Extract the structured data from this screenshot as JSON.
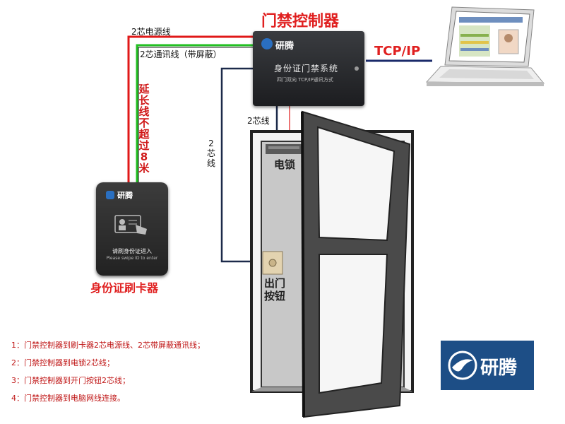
{
  "title": "门禁控制器",
  "wires": {
    "power": "2芯电源线",
    "comm": "2芯通讯线（带屏蔽）",
    "extension": "延长线不超过8米",
    "lock_wire": "2芯线",
    "button_wire": "2芯线",
    "network": "TCP/IP"
  },
  "controller": {
    "brand": "研腾",
    "main_text": "身份证门禁系统",
    "sub_text": "四门双向  TCP/IP通讯方式"
  },
  "reader": {
    "brand": "研腾",
    "line1": "请刷身份证进入",
    "line2": "Please swipe ID to enter",
    "caption": "身份证刷卡器"
  },
  "door": {
    "lock_label": "电锁",
    "button_label": "出门按钮"
  },
  "notes": [
    "1：门禁控制器到刷卡器2芯电源线、2芯带屏蔽通讯线；",
    "2：门禁控制器到电锁2芯线；",
    "3：门禁控制器到开门按钮2芯线；",
    "4：门禁控制器到电脑网线连接。"
  ],
  "logo": {
    "text": "研腾"
  },
  "colors": {
    "title": "#e02020",
    "power_wire": "#e01818",
    "comm_wire": "#22c022",
    "signal_wire": "#111111",
    "network_wire": "#1a2a6a",
    "logo_bg": "#1d4e86"
  }
}
